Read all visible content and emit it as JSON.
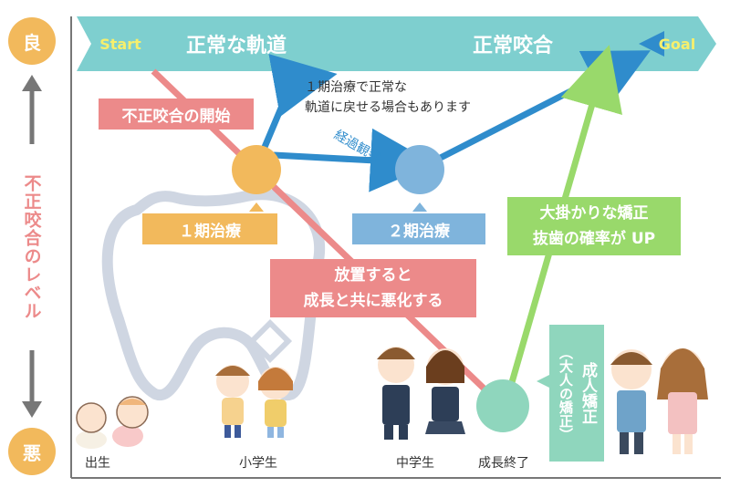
{
  "scale": {
    "good": "良",
    "bad": "悪",
    "axis_label": "不正咬合のレベル"
  },
  "banner": {
    "start": "Start",
    "normal_path": "正常な軌道",
    "normal_bite": "正常咬合",
    "goal": "Goal"
  },
  "labels": {
    "onset": "不正咬合の開始",
    "phase1_note_line1": "１期治療で正常な",
    "phase1_note_line2": "軌道に戻せる場合もあります",
    "observation": "経過観察",
    "phase1": "１期治療",
    "phase2": "２期治療",
    "worsen_line1": "放置すると",
    "worsen_line2": "成長と共に悪化する",
    "major_line1": "大掛かりな矯正",
    "major_line2": "抜歯の確率が UP",
    "adult_ortho": "成人矯正",
    "adult_paren": "（大人の矯正）"
  },
  "stages": [
    "出生",
    "小学生",
    "中学生",
    "成長終了"
  ],
  "colors": {
    "banner": "#7ecfcf",
    "gold": "#f2b95c",
    "pink": "#ec8a8a",
    "blue": "#2f8ccc",
    "lightblue": "#7fb4dc",
    "green": "#99d96b",
    "mint": "#8fd6bd",
    "text_dark": "#333333"
  },
  "icons": [
    "baby-twins-illustration",
    "schoolchildren-illustration",
    "middle-school-students-illustration",
    "adult-couple-illustration",
    "tooth-outline-illustration"
  ]
}
